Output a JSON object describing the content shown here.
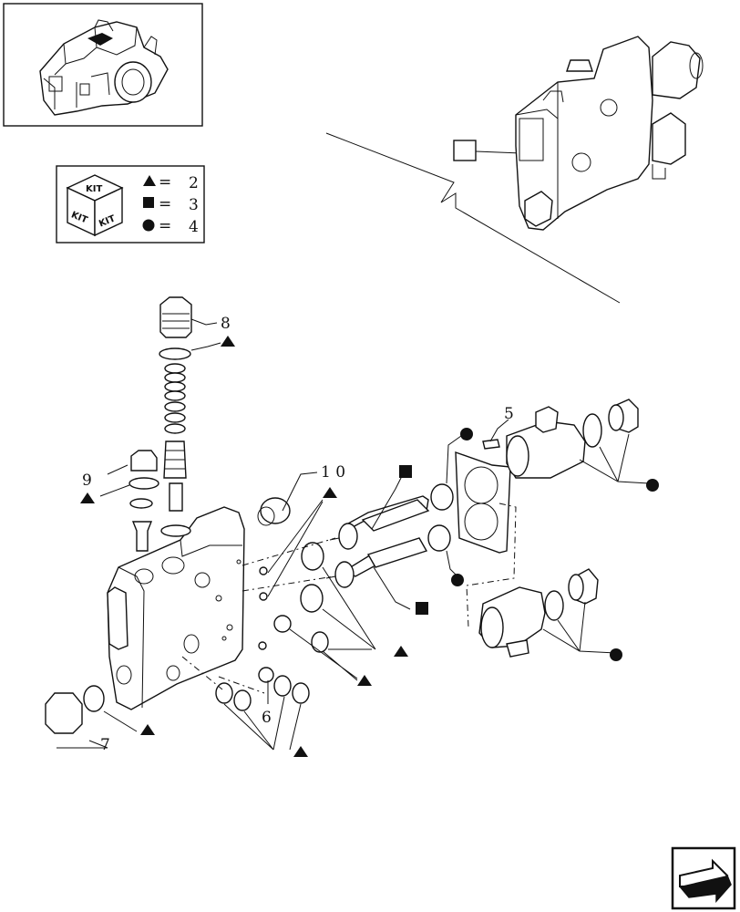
{
  "legend": {
    "rows": [
      {
        "symbol": "triangle",
        "eq": "=",
        "number": "2"
      },
      {
        "symbol": "square",
        "eq": "=",
        "number": "3"
      },
      {
        "symbol": "circle",
        "eq": "=",
        "number": "4"
      }
    ],
    "kit_text": [
      "KIT",
      "KIT",
      "KIT"
    ]
  },
  "callouts": {
    "c5": "5",
    "c6": "6",
    "c7": "7",
    "c8": "8",
    "c9": "9",
    "c10": "1 0"
  },
  "icons": {
    "overview": "tractor-transmission-overview-icon",
    "nav": "next-page-arrow-icon"
  }
}
